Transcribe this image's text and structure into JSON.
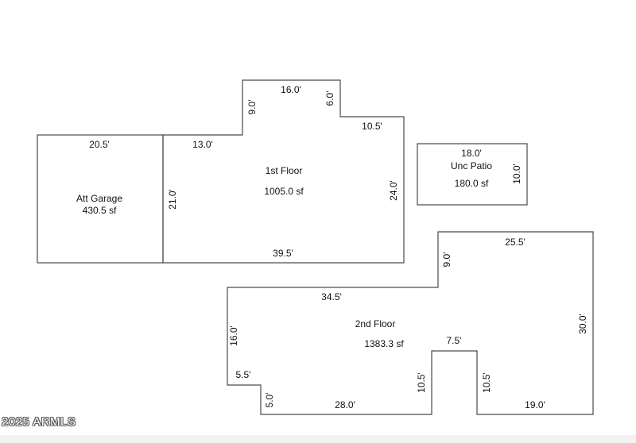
{
  "floorplan": {
    "garage": {
      "name": "Att Garage",
      "area": "430.5 sf",
      "dims": [
        "20.5'",
        "21.0'"
      ]
    },
    "first_floor": {
      "name": "1st Floor",
      "area": "1005.0 sf",
      "dims": {
        "top": "16.0'",
        "left_step": "9.0'",
        "right_step": "6.0'",
        "right_ledge": "10.5'",
        "left_ledge": "13.0'",
        "right_wall": "24.0'",
        "bottom": "39.5'"
      }
    },
    "patio": {
      "name": "Unc Patio",
      "area": "180.0 sf",
      "dims": [
        "18.0'",
        "10.0'"
      ]
    },
    "second_floor": {
      "name": "2nd  Floor",
      "area": "1383.3 sf",
      "dims": {
        "top_right": "25.5'",
        "step_up": "9.0'",
        "top_left": "34.5'",
        "left_wall": "16.0'",
        "left_ledge": "5.5'",
        "left_step": "5.0'",
        "bottom_left": "28.0'",
        "notch_left": "10.5'",
        "notch_top": "7.5'",
        "notch_right": "10.5'",
        "bottom_right": "19.0'",
        "right_wall": "30.0'"
      }
    }
  },
  "watermark": "2025 ARMLS"
}
